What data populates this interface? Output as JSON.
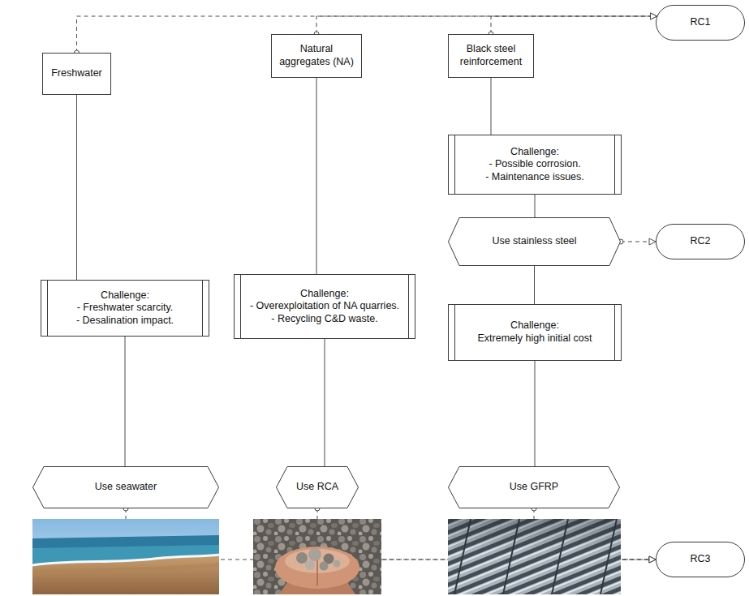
{
  "diagram": {
    "nodes": [
      {
        "text": [
          "RC1"
        ]
      },
      {
        "text": [
          "Freshwater"
        ]
      },
      {
        "text": [
          "Natural aggregates (NA)"
        ]
      },
      {
        "text": [
          "Black steel reinforcement"
        ]
      },
      {
        "text": [
          "Challenge:",
          "- Possible corrosion.",
          "- Maintenance issues."
        ]
      },
      {
        "text": [
          "Use stainless steel"
        ]
      },
      {
        "text": [
          "RC2"
        ]
      },
      {
        "text": [
          "Challenge:",
          "- Freshwater scarcity.",
          "- Desalination impact."
        ]
      },
      {
        "text": [
          "Challenge:",
          "- Overexploitation of NA quarries.",
          "- Recycling C&D waste."
        ]
      },
      {
        "text": [
          "Challenge:",
          "Extremely high initial cost"
        ]
      },
      {
        "text": [
          "Use seawater"
        ]
      },
      {
        "text": [
          "Use RCA"
        ]
      },
      {
        "text": [
          "Use GFRP"
        ]
      },
      {
        "text": [
          "RC3"
        ]
      }
    ],
    "edges": [
      {
        "from": 1,
        "to": 0,
        "arrow": "to"
      },
      {
        "from": 2,
        "to": 0,
        "arrow": "to"
      },
      {
        "from": 3,
        "to": 0,
        "arrow": "to"
      },
      {
        "from": 1,
        "to": 7,
        "arrow": "none"
      },
      {
        "from": 7,
        "to": 10,
        "arrow": "none"
      },
      {
        "from": 2,
        "to": 8,
        "arrow": "none"
      },
      {
        "from": 8,
        "to": 11,
        "arrow": "none"
      },
      {
        "from": 3,
        "to": 4,
        "arrow": "none"
      },
      {
        "from": 4,
        "to": 5,
        "arrow": "none"
      },
      {
        "from": 5,
        "to": 6,
        "arrow": "to"
      },
      {
        "from": 5,
        "to": 9,
        "arrow": "none"
      },
      {
        "from": 9,
        "to": 12,
        "arrow": "none"
      },
      {
        "from": 10,
        "to": 13,
        "arrow": "to"
      },
      {
        "from": 11,
        "to": 13,
        "arrow": "to"
      },
      {
        "from": 12,
        "to": 13,
        "arrow": "to"
      }
    ]
  }
}
